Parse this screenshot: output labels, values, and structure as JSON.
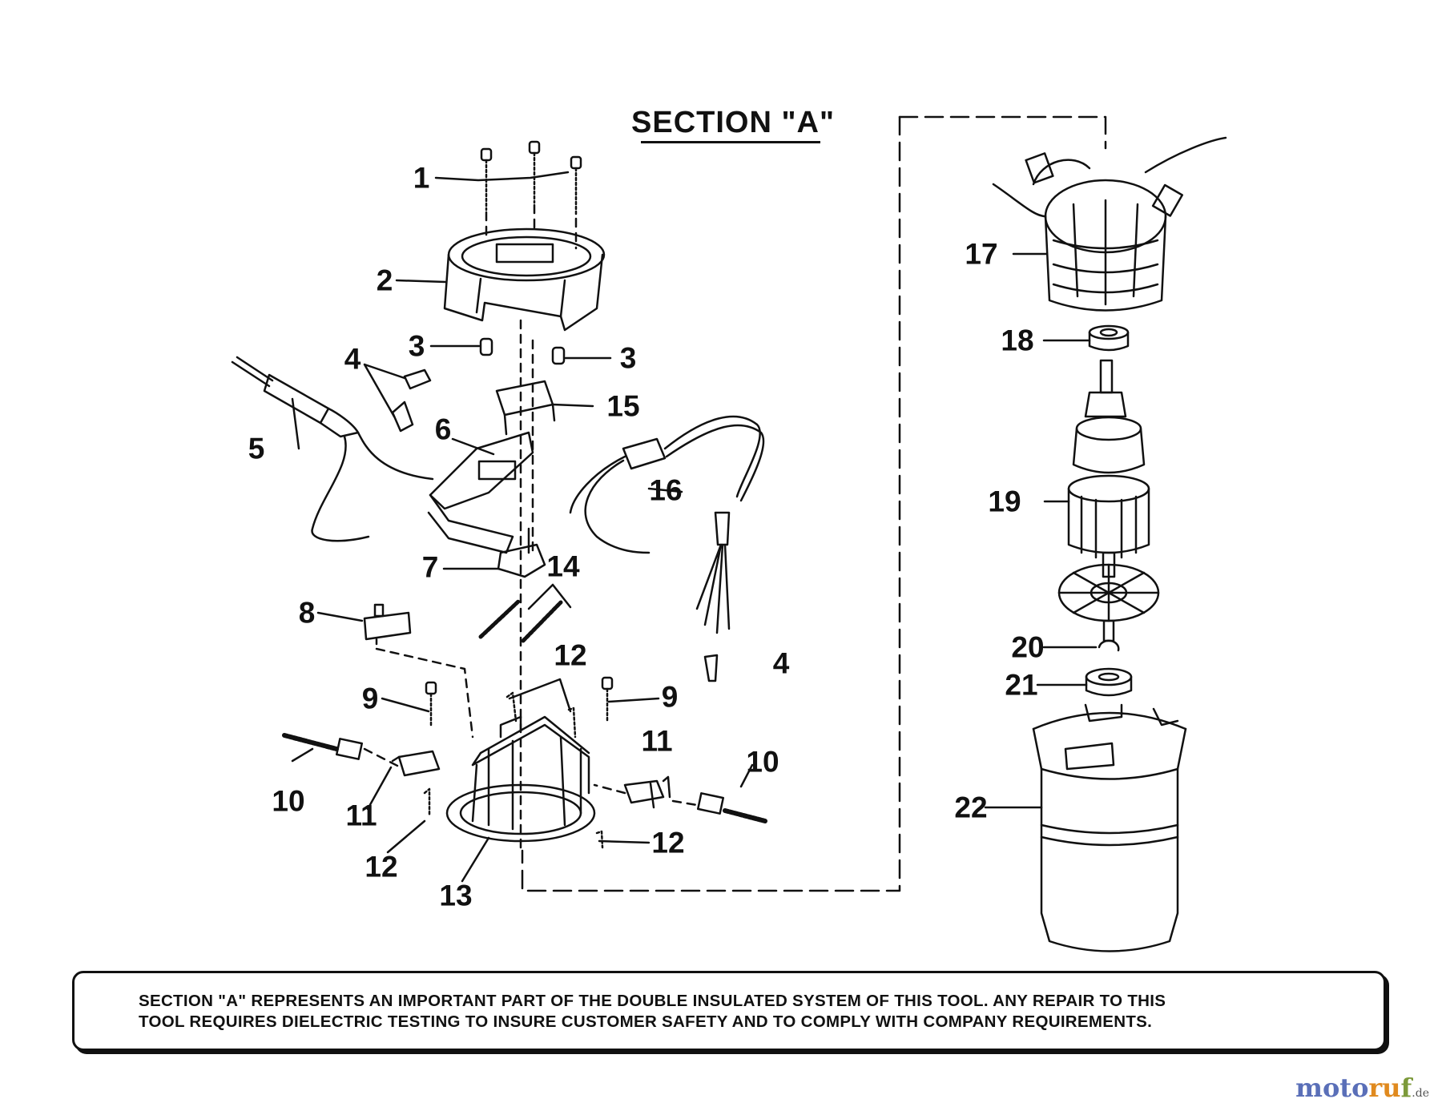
{
  "title": "SECTION \"A\"",
  "callouts": [
    {
      "id": "c1",
      "text": "1"
    },
    {
      "id": "c2",
      "text": "2"
    },
    {
      "id": "c3a",
      "text": "3"
    },
    {
      "id": "c3b",
      "text": "3"
    },
    {
      "id": "c4a",
      "text": "4"
    },
    {
      "id": "c4b",
      "text": "4"
    },
    {
      "id": "c5",
      "text": "5"
    },
    {
      "id": "c6",
      "text": "6"
    },
    {
      "id": "c7",
      "text": "7"
    },
    {
      "id": "c8",
      "text": "8"
    },
    {
      "id": "c9a",
      "text": "9"
    },
    {
      "id": "c9b",
      "text": "9"
    },
    {
      "id": "c10a",
      "text": "10"
    },
    {
      "id": "c10b",
      "text": "10"
    },
    {
      "id": "c11a",
      "text": "11"
    },
    {
      "id": "c11b",
      "text": "11"
    },
    {
      "id": "c12a",
      "text": "12"
    },
    {
      "id": "c12b",
      "text": "12"
    },
    {
      "id": "c12c",
      "text": "12"
    },
    {
      "id": "c13",
      "text": "13"
    },
    {
      "id": "c14",
      "text": "14"
    },
    {
      "id": "c15",
      "text": "15"
    },
    {
      "id": "c16",
      "text": "16"
    },
    {
      "id": "c17",
      "text": "17"
    },
    {
      "id": "c18",
      "text": "18"
    },
    {
      "id": "c19",
      "text": "19"
    },
    {
      "id": "c20",
      "text": "20"
    },
    {
      "id": "c21",
      "text": "21"
    },
    {
      "id": "c22",
      "text": "22"
    }
  ],
  "note": {
    "line1": "SECTION \"A\" REPRESENTS AN IMPORTANT PART OF THE DOUBLE INSULATED SYSTEM OF THIS TOOL.  ANY REPAIR TO THIS",
    "line2": "TOOL REQUIRES DIELECTRIC TESTING TO INSURE CUSTOMER SAFETY AND TO COMPLY WITH COMPANY REQUIREMENTS."
  },
  "watermark": {
    "part1": "moto",
    "part2": "ru",
    "part3": "f",
    "suffix": ".de"
  }
}
